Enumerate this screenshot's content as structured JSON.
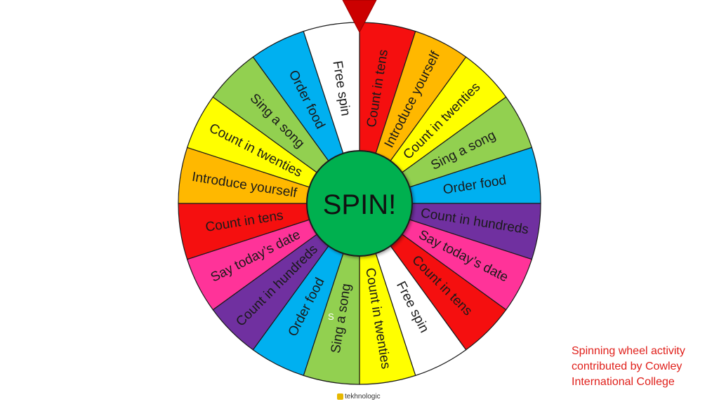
{
  "wheel": {
    "spin_label": "SPIN!",
    "segments": [
      {
        "label": "Count in tens",
        "color": "#f50f0f"
      },
      {
        "label": "Introduce yourself",
        "color": "#ffb800"
      },
      {
        "label": "Count in twenties",
        "color": "#ffff00"
      },
      {
        "label": "Sing a song",
        "color": "#92d050"
      },
      {
        "label": "Order food",
        "color": "#00b0f0"
      },
      {
        "label": "Count in hundreds",
        "color": "#7030a0"
      },
      {
        "label": "Say today’s date",
        "color": "#ff3399"
      },
      {
        "label": "Count in tens",
        "color": "#f50f0f"
      },
      {
        "label": "Free spin",
        "color": "#ffffff"
      },
      {
        "label": "Count in twenties",
        "color": "#ffff00"
      },
      {
        "label": "Sing a song",
        "color": "#92d050"
      },
      {
        "label": "Order food",
        "color": "#00b0f0"
      },
      {
        "label": "Count in hundreds",
        "color": "#7030a0"
      },
      {
        "label": "Say today’s date",
        "color": "#ff3399"
      },
      {
        "label": "Count in tens",
        "color": "#f50f0f"
      },
      {
        "label": "Introduce yourself",
        "color": "#ffb800"
      },
      {
        "label": "Count in twenties",
        "color": "#ffff00"
      },
      {
        "label": "Sing a song",
        "color": "#92d050"
      },
      {
        "label": "Order food",
        "color": "#00b0f0"
      },
      {
        "label": "Free spin",
        "color": "#ffffff"
      }
    ],
    "hub_color": "#00b050",
    "pointer_color": "#cc0000"
  },
  "stray_letter": "S",
  "credit": {
    "line1": "Spinning wheel activity",
    "line2": "contributed by Cowley",
    "line3": "International College"
  },
  "brand": {
    "name": "tekhnologic"
  }
}
